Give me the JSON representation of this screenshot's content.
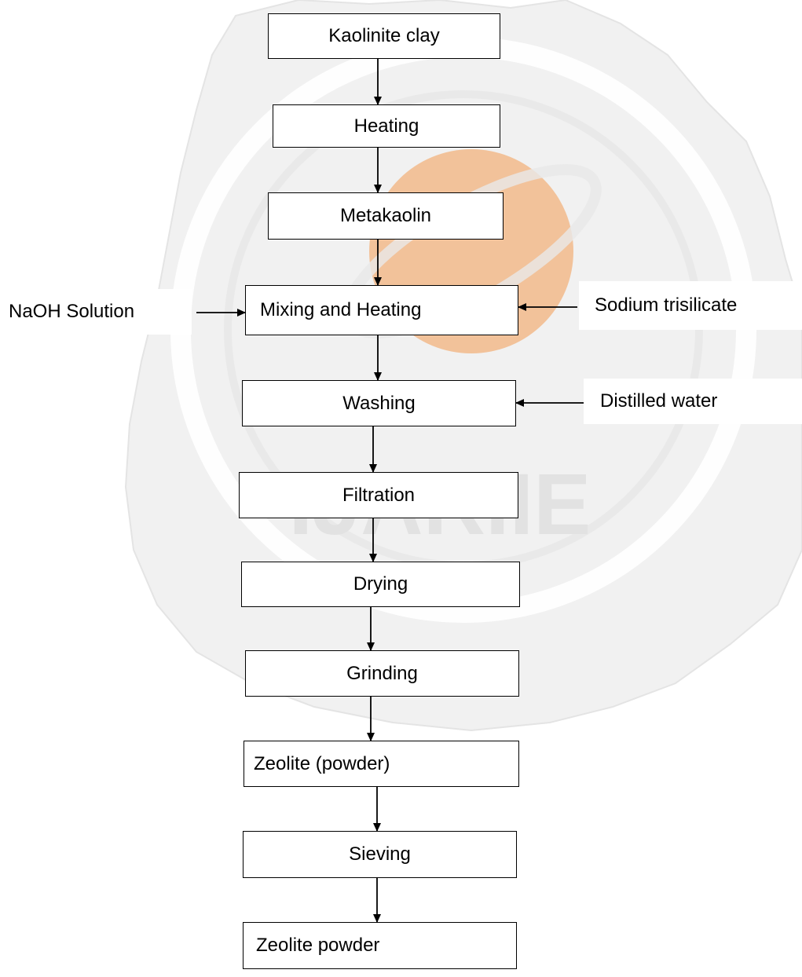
{
  "steps": [
    {
      "id": "kaolinite",
      "label": "Kaolinite clay"
    },
    {
      "id": "heating",
      "label": "Heating"
    },
    {
      "id": "metakaolin",
      "label": "Metakaolin"
    },
    {
      "id": "mixing",
      "label": "Mixing and Heating"
    },
    {
      "id": "washing",
      "label": "Washing"
    },
    {
      "id": "filtration",
      "label": "Filtration"
    },
    {
      "id": "drying",
      "label": "Drying"
    },
    {
      "id": "grinding",
      "label": "Grinding"
    },
    {
      "id": "zeolite-powder-paren",
      "label": "Zeolite (powder)"
    },
    {
      "id": "sieving",
      "label": "Sieving"
    },
    {
      "id": "zeolite-powder",
      "label": "Zeolite powder"
    }
  ],
  "inputs": [
    {
      "id": "naoh",
      "label": "NaOH Solution",
      "target": "mixing"
    },
    {
      "id": "sodium-trisilicate",
      "label": "Sodium trisilicate",
      "target": "mixing"
    },
    {
      "id": "distilled-water",
      "label": "Distilled water",
      "target": "washing"
    }
  ],
  "watermark": {
    "text": "IJARIIE",
    "accent_color": "#f4a460"
  }
}
